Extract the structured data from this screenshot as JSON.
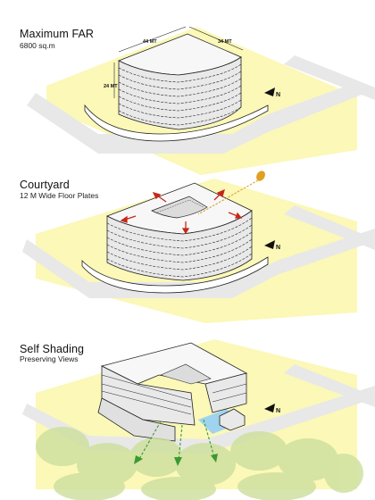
{
  "panels": [
    {
      "title": "Maximum FAR",
      "subtitle": "6800 sq.m",
      "dimensions": {
        "front_width": "44 MT",
        "side_width": "34 MT",
        "height": "24 MT"
      },
      "north_label": "N"
    },
    {
      "title": "Courtyard",
      "subtitle": "12 M Wide Floor Plates",
      "north_label": "N"
    },
    {
      "title": "Self Shading",
      "subtitle": "Preserving Views",
      "north_label": "N"
    }
  ],
  "colors": {
    "site_yellow": "#fbf8b8",
    "road_grey": "#e8e8e8",
    "mass_front": "#e9e9e9",
    "mass_top": "#f7f7f7",
    "mass_side": "#cfcfcf",
    "arrow_red": "#c8271b",
    "sun": "#e0a020",
    "sun_ray": "#d99b1d",
    "view_arrow": "#3a9a32",
    "water": "#9fd3ef",
    "trees": "#cfe0a0"
  }
}
